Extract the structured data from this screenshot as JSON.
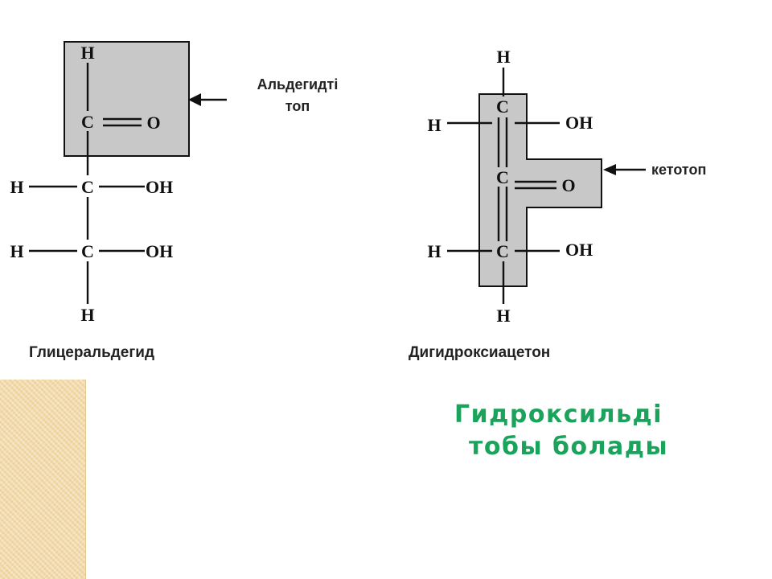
{
  "glyceraldehyde": {
    "atoms": {
      "h": "H",
      "c": "C",
      "o": "O",
      "oh": "OH"
    },
    "group_label": {
      "line1": "Альдегидті",
      "line2": "топ"
    },
    "name": "Глицеральдегид",
    "box_color": "#c8c8c8"
  },
  "dihydroxyacetone": {
    "atoms": {
      "h": "H",
      "c": "C",
      "o": "O",
      "oh": "OH"
    },
    "group_label": "кетотоп",
    "name": "Дигидроксиацетон",
    "box_color": "#c8c8c8"
  },
  "caption": {
    "line1": "Гидроксильді",
    "line2": "тобы болады",
    "color": "#1aa35a"
  },
  "decor": {
    "panel_color": "#f2d9a8"
  }
}
